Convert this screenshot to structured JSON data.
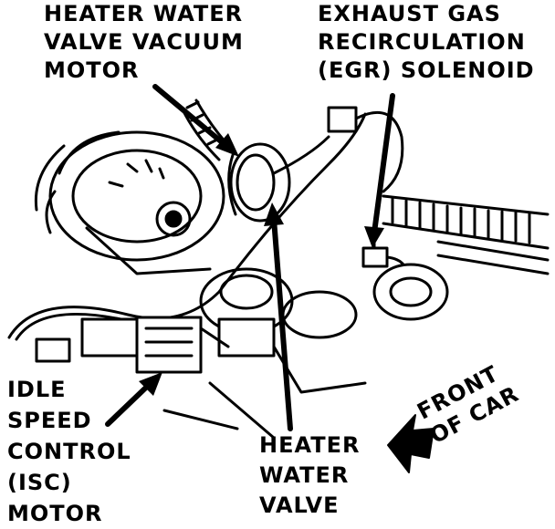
{
  "labels": {
    "heater_water_valve_vacuum_motor": [
      "HEATER WATER",
      "VALVE VACUUM",
      "MOTOR"
    ],
    "egr_solenoid": [
      "EXHAUST GAS",
      "RECIRCULATION",
      "(EGR) SOLENOID"
    ],
    "isc_motor": [
      "IDLE",
      "SPEED",
      "CONTROL",
      "(ISC)",
      "MOTOR"
    ],
    "heater_water_valve": [
      "HEATER",
      "WATER",
      "VALVE"
    ],
    "front_of_car": [
      "FRONT",
      "OF CAR"
    ]
  },
  "colors": {
    "ink": "#000000",
    "paper": "#ffffff"
  }
}
